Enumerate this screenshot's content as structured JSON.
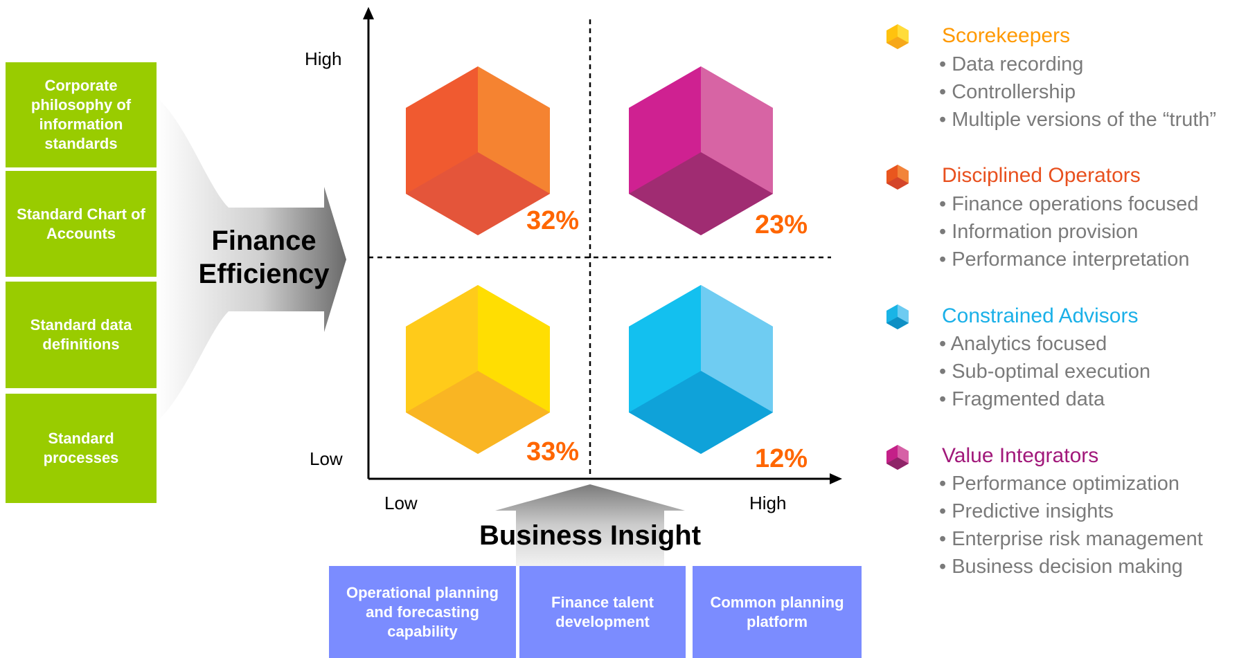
{
  "left_stack": {
    "items": [
      "Corporate philosophy of information standards",
      "Standard Chart of Accounts",
      "Standard data definitions",
      "Standard processes"
    ]
  },
  "y_axis": {
    "title": "Finance Efficiency",
    "high": "High",
    "low": "Low"
  },
  "x_axis": {
    "title": "Business Insight",
    "low": "Low",
    "high": "High"
  },
  "quadrants": {
    "top_left": {
      "percent": "32%",
      "color": "#f26a35"
    },
    "top_right": {
      "percent": "23%",
      "color": "#d0258f"
    },
    "bottom_left": {
      "percent": "33%",
      "color": "#ffc815"
    },
    "bottom_right": {
      "percent": "12%",
      "color": "#19b6e8"
    }
  },
  "bottom_stack": {
    "items": [
      "Operational planning and forecasting capability",
      "Finance talent development",
      "Common planning platform"
    ]
  },
  "legend": [
    {
      "title": "Scorekeepers",
      "color": "#ff9900",
      "icon": "yellow-cube-icon",
      "bullets": [
        "• Data recording",
        "• Controllership",
        "• Multiple versions of the “truth”"
      ]
    },
    {
      "title": "Disciplined Operators",
      "color": "#e8501e",
      "icon": "orange-cube-icon",
      "bullets": [
        "• Finance operations focused",
        "• Information provision",
        "• Performance interpretation"
      ]
    },
    {
      "title": "Constrained Advisors",
      "color": "#1ab0e8",
      "icon": "blue-cube-icon",
      "bullets": [
        "• Analytics focused",
        "• Sub-optimal execution",
        "• Fragmented data"
      ]
    },
    {
      "title": "Value Integrators",
      "color": "#a1187a",
      "icon": "magenta-cube-icon",
      "bullets": [
        "• Performance optimization",
        "• Predictive insights",
        "• Enterprise risk management",
        "• Business decision making"
      ]
    }
  ]
}
